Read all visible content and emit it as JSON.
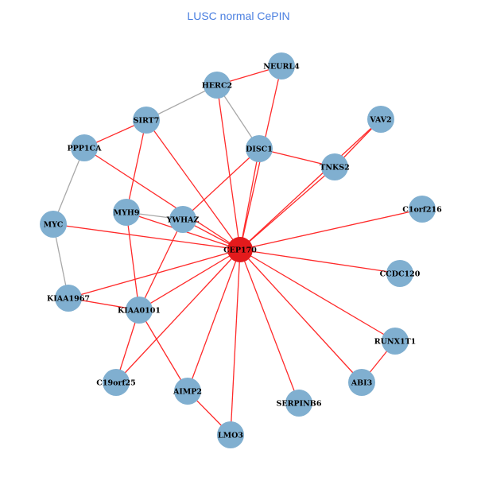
{
  "title": "LUSC normal CePIN",
  "colors": {
    "title": "#4a7fe0",
    "node": "#80afd0",
    "hub": "#e31a1c",
    "edge_red": "#ff2a2a",
    "edge_gray": "#a8a8a8"
  },
  "nodes": [
    {
      "id": "CEP170",
      "hub": true
    },
    {
      "id": "NEURL4"
    },
    {
      "id": "HERC2"
    },
    {
      "id": "SIRT7"
    },
    {
      "id": "VAV2"
    },
    {
      "id": "PPP1CA"
    },
    {
      "id": "DISC1"
    },
    {
      "id": "TNKS2"
    },
    {
      "id": "MYH9"
    },
    {
      "id": "YWHAZ"
    },
    {
      "id": "C1orf216"
    },
    {
      "id": "MYC"
    },
    {
      "id": "CCDC120"
    },
    {
      "id": "KIAA1967"
    },
    {
      "id": "KIAA0101"
    },
    {
      "id": "RUNX1T1"
    },
    {
      "id": "C19orf25"
    },
    {
      "id": "ABI3"
    },
    {
      "id": "AIMP2"
    },
    {
      "id": "SERPINB6"
    },
    {
      "id": "LMO3"
    }
  ],
  "edges": [
    [
      "HERC2",
      "NEURL4",
      "red"
    ],
    [
      "HERC2",
      "SIRT7",
      "gray"
    ],
    [
      "HERC2",
      "DISC1",
      "gray"
    ],
    [
      "HERC2",
      "CEP170",
      "red"
    ],
    [
      "NEURL4",
      "CEP170",
      "red"
    ],
    [
      "SIRT7",
      "PPP1CA",
      "red"
    ],
    [
      "SIRT7",
      "MYH9",
      "red"
    ],
    [
      "SIRT7",
      "CEP170",
      "red"
    ],
    [
      "PPP1CA",
      "MYC",
      "gray"
    ],
    [
      "PPP1CA",
      "CEP170",
      "red"
    ],
    [
      "MYC",
      "KIAA1967",
      "gray"
    ],
    [
      "MYC",
      "CEP170",
      "red"
    ],
    [
      "MYH9",
      "YWHAZ",
      "gray"
    ],
    [
      "MYH9",
      "CEP170",
      "red"
    ],
    [
      "MYH9",
      "KIAA0101",
      "red"
    ],
    [
      "YWHAZ",
      "CEP170",
      "red"
    ],
    [
      "YWHAZ",
      "KIAA0101",
      "red"
    ],
    [
      "DISC1",
      "YWHAZ",
      "red"
    ],
    [
      "DISC1",
      "CEP170",
      "red"
    ],
    [
      "DISC1",
      "TNKS2",
      "red"
    ],
    [
      "TNKS2",
      "VAV2",
      "red"
    ],
    [
      "TNKS2",
      "CEP170",
      "red"
    ],
    [
      "VAV2",
      "CEP170",
      "red"
    ],
    [
      "C1orf216",
      "CEP170",
      "red"
    ],
    [
      "CCDC120",
      "CEP170",
      "red"
    ],
    [
      "KIAA1967",
      "CEP170",
      "red"
    ],
    [
      "KIAA1967",
      "KIAA0101",
      "red"
    ],
    [
      "KIAA0101",
      "CEP170",
      "red"
    ],
    [
      "KIAA0101",
      "C19orf25",
      "red"
    ],
    [
      "KIAA0101",
      "AIMP2",
      "red"
    ],
    [
      "C19orf25",
      "CEP170",
      "red"
    ],
    [
      "AIMP2",
      "CEP170",
      "red"
    ],
    [
      "AIMP2",
      "LMO3",
      "red"
    ],
    [
      "LMO3",
      "CEP170",
      "red"
    ],
    [
      "SERPINB6",
      "CEP170",
      "red"
    ],
    [
      "ABI3",
      "CEP170",
      "red"
    ],
    [
      "RUNX1T1",
      "CEP170",
      "red"
    ],
    [
      "RUNX1T1",
      "ABI3",
      "red"
    ]
  ]
}
